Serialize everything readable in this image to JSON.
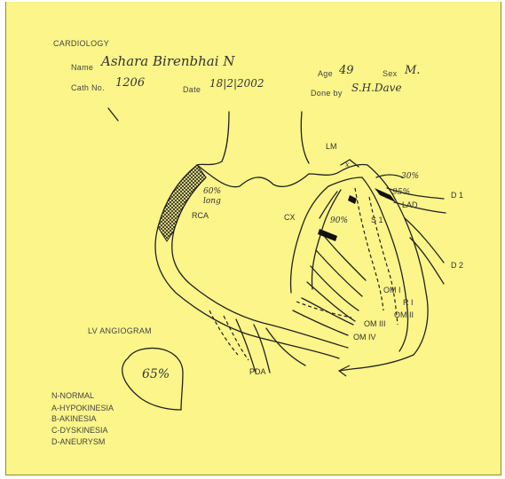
{
  "header": {
    "department": "CARDIOLOGY",
    "name_label": "Name",
    "name_value": "Ashara Birenbhai N",
    "age_label": "Age",
    "age_value": "49",
    "sex_label": "Sex",
    "sex_value": "M.",
    "cath_label": "Cath No.",
    "cath_value": "1206",
    "date_label": "Date",
    "date_value": "18|2|2002",
    "done_by_label": "Done by",
    "done_by_value": "S.H.Dave"
  },
  "diagram": {
    "labels": {
      "lm": "LM",
      "rca": "RCA",
      "cx": "CX",
      "lad": "LAD",
      "d1": "D 1",
      "d2": "D 2",
      "s1": "S 1",
      "om1": "OM I",
      "r1": "R I",
      "om2": "OM II",
      "om3": "OM III",
      "om4": "OM IV",
      "pda": "PDA"
    },
    "annotations": {
      "rca_stenosis": "60%",
      "rca_note": "long",
      "cx_stenosis": "90%",
      "lad_stenosis": "95%",
      "d1_stenosis": "30%",
      "lm_mark": "x"
    }
  },
  "lv_angiogram": {
    "title": "LV ANGIOGRAM",
    "ef": "65%"
  },
  "legend": [
    "N-NORMAL",
    "A-HYPOKINESIA",
    "B-AKINESIA",
    "C-DYSKINESIA",
    "D-ANEURYSM"
  ]
}
